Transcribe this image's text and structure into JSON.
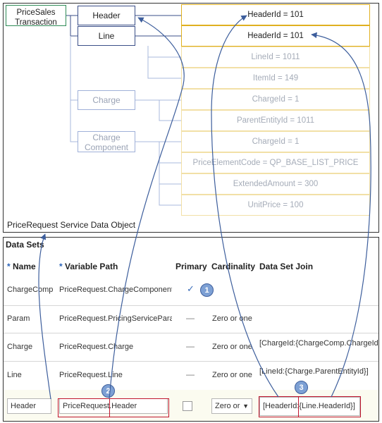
{
  "diagram": {
    "root_line1": "PriceSales",
    "root_line2": "Transaction",
    "nodes": {
      "header": "Header",
      "line": "Line",
      "charge": "Charge",
      "charge_component_line1": "Charge",
      "charge_component_line2": "Component"
    },
    "attributes": [
      "HeaderId = 101",
      "HeaderId = 101",
      "LineId = 1011",
      "ItemId = 149",
      "ChargeId = 1",
      "ParentEntityId = 1011",
      "ChargeId = 1",
      "PriceElementCode = QP_BASE_LIST_PRICE",
      "ExtendedAmount = 300",
      "UnitPrice = 100"
    ],
    "object_title": "PriceRequest  Service Data Object"
  },
  "data_sets": {
    "title": "Data Sets",
    "required_mark": "*",
    "columns": {
      "name": "Name",
      "variable_path": "Variable Path",
      "primary": "Primary",
      "cardinality": "Cardinality",
      "join": "Data Set Join"
    },
    "rows": [
      {
        "name": "ChargeComp",
        "path": "PriceRequest.ChargeComponent",
        "primary": "✓",
        "cardinality": "",
        "join": ""
      },
      {
        "name": "Param",
        "path": "PriceRequest.PricingServiceParar",
        "primary": "—",
        "cardinality": "Zero or one",
        "join": ""
      },
      {
        "name": "Charge",
        "path": "PriceRequest.Charge",
        "primary": "—",
        "cardinality": "Zero or one",
        "join": "[ChargeId:{ChargeComp.ChargeId}]"
      },
      {
        "name": "Line",
        "path": "PriceRequest.Line",
        "primary": "—",
        "cardinality": "Zero or one",
        "join": "[LineId:{Charge.ParentEntityId}]"
      }
    ],
    "edit_row": {
      "name": "Header",
      "path_part1": "PriceRequest.",
      "path_part2": "Header",
      "cardinality": "Zero or",
      "dropdown": "▼",
      "join_part1": "[HeaderId:",
      "join_part2": "{Line.HeaderId}]"
    }
  },
  "callouts": [
    "1",
    "2",
    "3"
  ],
  "colors": {
    "arrow": "#3d5e9c",
    "tree_line": "#3b4f88",
    "faint_line": "#a9b8dc",
    "highlight_border": "#c0162e",
    "attr_border": "#e0b020"
  }
}
